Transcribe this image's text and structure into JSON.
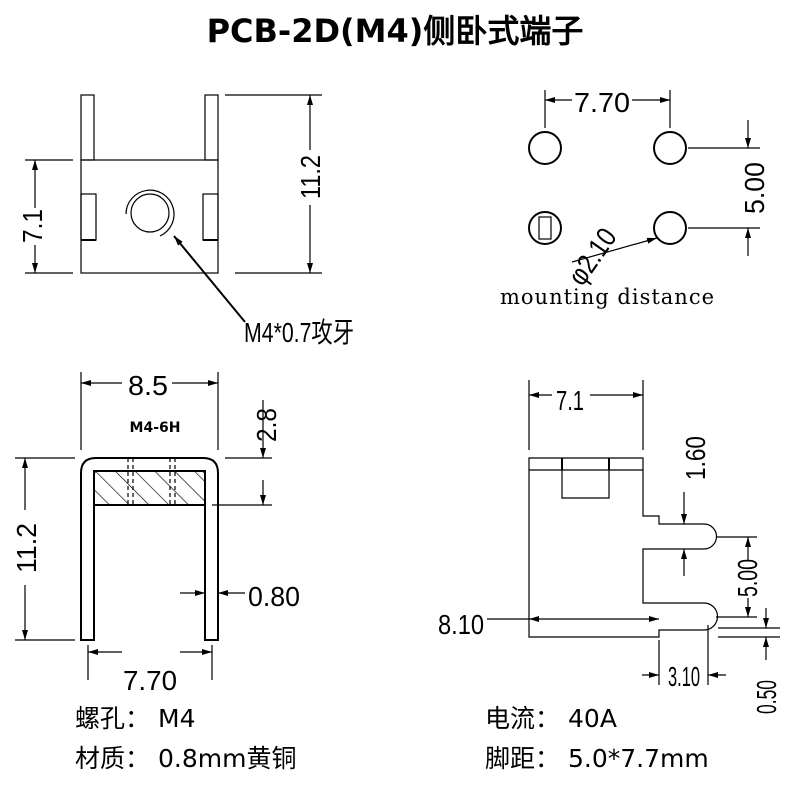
{
  "title": "PCB-2D(M4)侧卧式端子",
  "front_view": {
    "height_body": "7.1",
    "height_total": "11.2",
    "thread_note": "M4*0.7攻牙"
  },
  "mounting_view": {
    "pitch_x": "7.70",
    "pitch_y": "5.00",
    "hole_diameter": "φ2.10",
    "caption": "mounting distance"
  },
  "side_view": {
    "width": "8.5",
    "thread_label": "M4-6H",
    "top_thickness": "2.8",
    "height": "11.2",
    "wall": "0.80",
    "leg_span": "7.70"
  },
  "profile_view": {
    "width": "7.1",
    "slot_width": "1.60",
    "slot_pitch": "5.00",
    "depth": "8.10",
    "offset": "3.10",
    "gap": "0.50"
  },
  "specs": [
    {
      "label": "螺孔：",
      "value": "M4"
    },
    {
      "label": "材质：",
      "value": "0.8mm黄铜"
    },
    {
      "label": "电流：",
      "value": "40A"
    },
    {
      "label": "脚距：",
      "value": "5.0*7.7mm"
    }
  ]
}
